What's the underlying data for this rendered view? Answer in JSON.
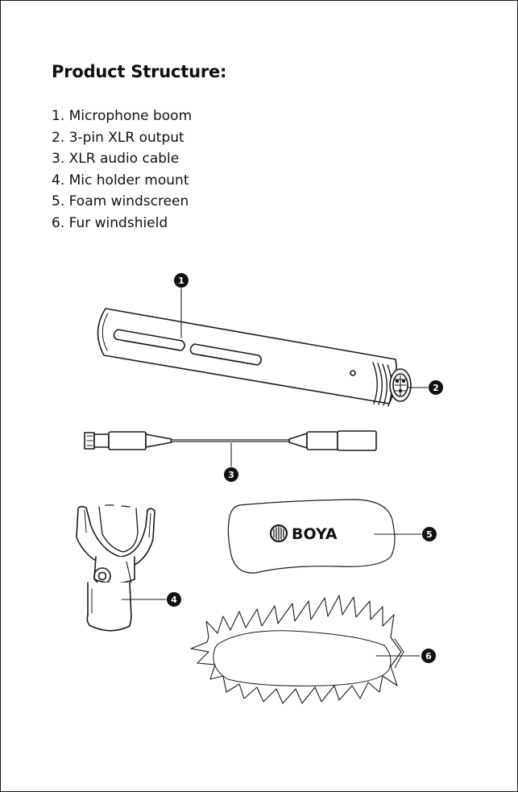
{
  "title": "Product Structure:",
  "parts": [
    {
      "number": "1",
      "text": "1. Microphone boom"
    },
    {
      "number": "2",
      "text": "2. 3-pin XLR output"
    },
    {
      "number": "3",
      "text": "3. XLR audio cable"
    },
    {
      "number": "4",
      "text": "4. Mic holder mount"
    },
    {
      "number": "5",
      "text": "5. Foam windscreen"
    },
    {
      "number": "6",
      "text": "6. Fur windshield"
    }
  ],
  "brand_logo": "BOYA",
  "colors": {
    "ink": "#111111",
    "line": "#1a1a1a",
    "paper": "#ffffff"
  }
}
